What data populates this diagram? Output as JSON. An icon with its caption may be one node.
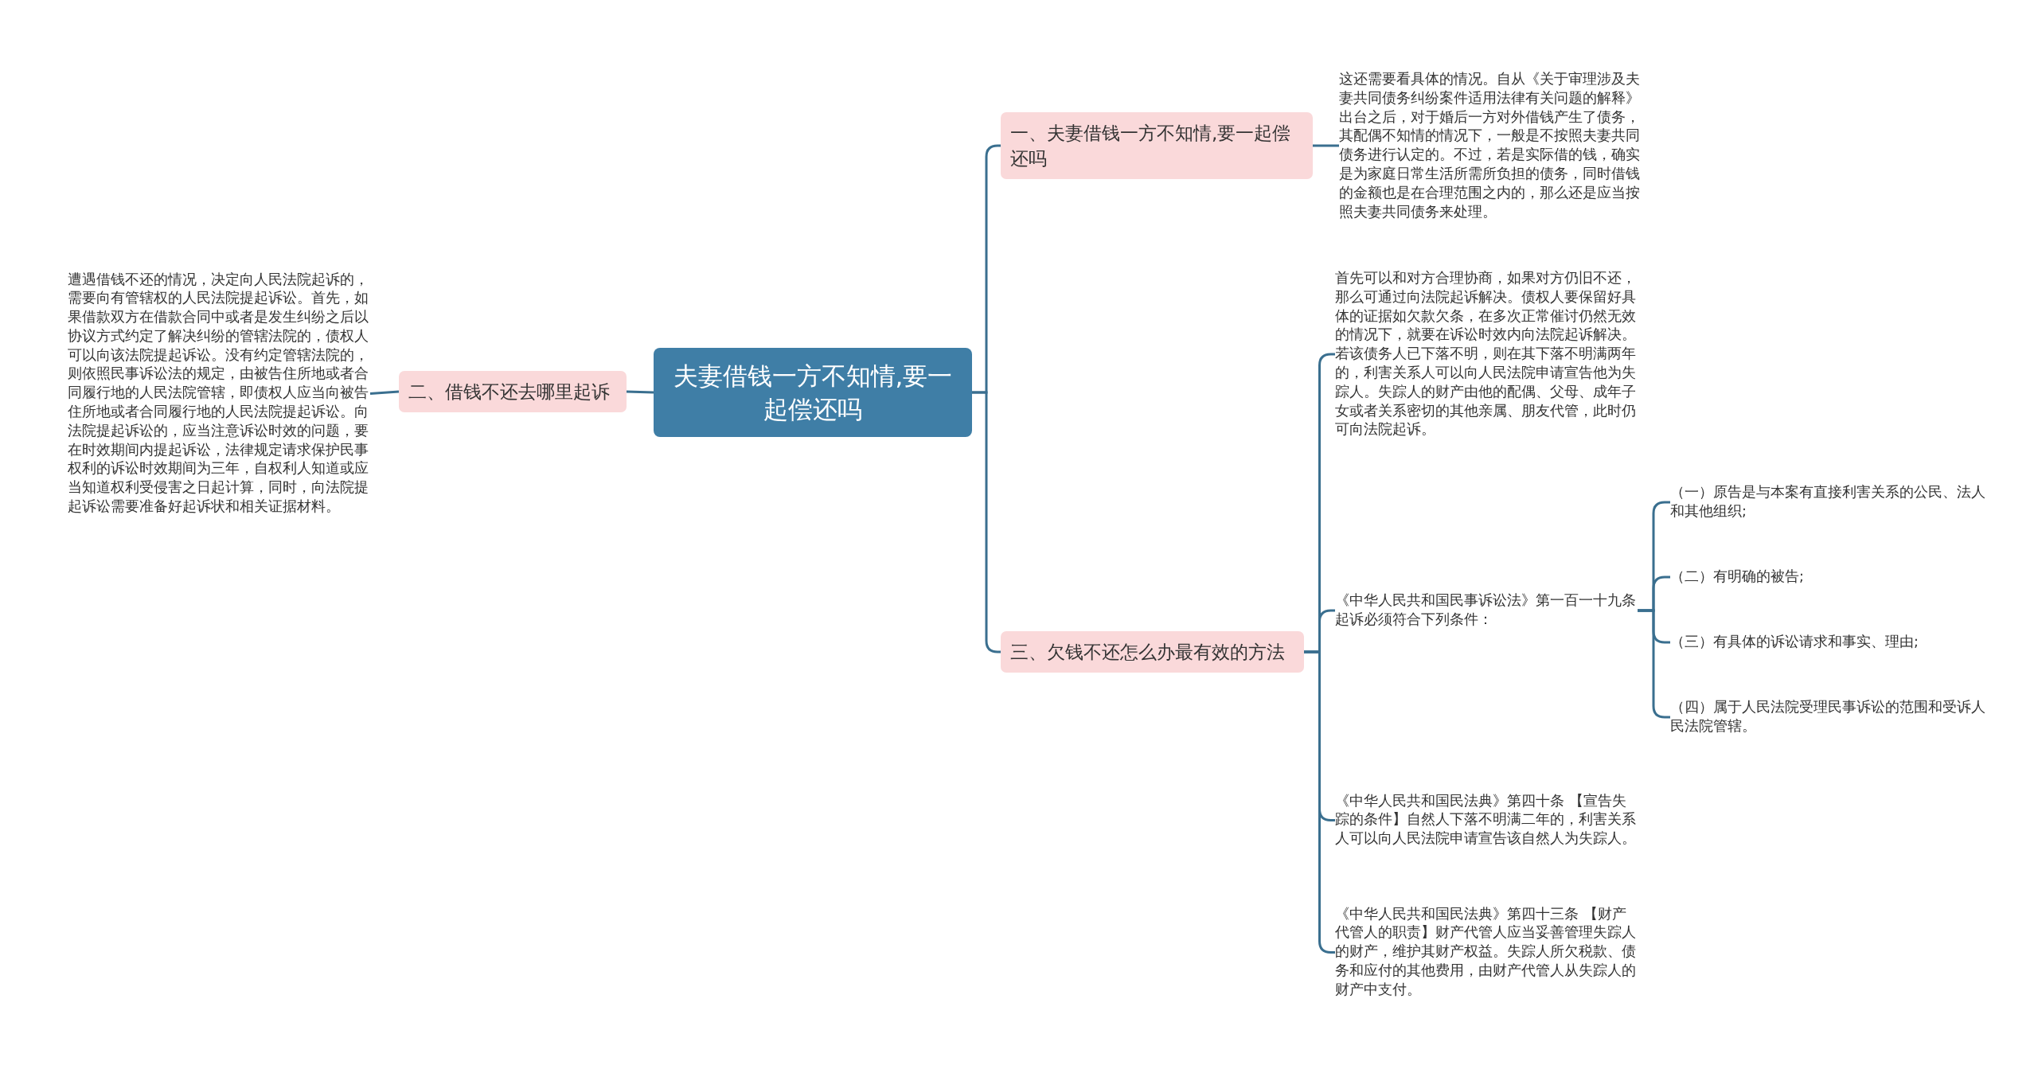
{
  "diagram": {
    "nodes": [
      {
        "text": [
          "夫妻借钱一方不知情,要一起偿还吗"
        ]
      },
      {
        "text": [
          "一、夫妻借钱一方不知情,要一起偿还吗"
        ]
      },
      {
        "text": [
          "这还需要看具体的情况。自从《关于审理涉及夫妻共同债务纠纷案件适用法律有关问题的解释》出台之后，对于婚后一方对外借钱产生了债务，其配偶不知情的情况下，一般是不按照夫妻共同债务进行认定的。不过，若是实际借的钱，确实是为家庭日常生活所需所负担的债务，同时借钱的金额也是在合理范围之内的，那么还是应当按照夫妻共同债务来处理。"
        ]
      },
      {
        "text": [
          "二、借钱不还去哪里起诉"
        ]
      },
      {
        "text": [
          "遭遇借钱不还的情况，决定向人民法院起诉的，需要向有管辖权的人民法院提起诉讼。首先，如果借款双方在借款合同中或者是发生纠纷之后以协议方式约定了解决纠纷的管辖法院的，债权人可以向该法院提起诉讼。没有约定管辖法院的，则依照民事诉讼法的规定，由被告住所地或者合同履行地的人民法院管辖，即债权人应当向被告住所地或者合同履行地的人民法院提起诉讼。向法院提起诉讼的，应当注意诉讼时效的问题，要在时效期间内提起诉讼，法律规定请求保护民事权利的诉讼时效期间为三年，自权利人知道或应当知道权利受侵害之日起计算，同时，向法院提起诉讼需要准备好起诉状和相关证据材料。"
        ]
      },
      {
        "text": [
          "三、欠钱不还怎么办最有效的方法"
        ]
      },
      {
        "text": [
          "首先可以和对方合理协商，如果对方仍旧不还，那么可通过向法院起诉解决。债权人要保留好具体的证据如欠款欠条，在多次正常催讨仍然无效的情况下，就要在诉讼时效内向法院起诉解决。若该债务人已下落不明，则在其下落不明满两年的，利害关系人可以向人民法院申请宣告他为失踪人。失踪人的财产由他的配偶、父母、成年子女或者关系密切的其他亲属、朋友代管，此时仍可向法院起诉。"
        ]
      },
      {
        "text": [
          "《中华人民共和国民事诉讼法》第一百一十九条起诉必须符合下列条件："
        ]
      },
      {
        "text": [
          "（一）原告是与本案有直接利害关系的公民、法人和其他组织;"
        ]
      },
      {
        "text": [
          "（二）有明确的被告;"
        ]
      },
      {
        "text": [
          "（三）有具体的诉讼请求和事实、理由;"
        ]
      },
      {
        "text": [
          "（四）属于人民法院受理民事诉讼的范围和受诉人民法院管辖。"
        ]
      },
      {
        "text": [
          "《中华人民共和国民法典》第四十条 【宣告失踪的条件】自然人下落不明满二年的，利害关系人可以向人民法院申请宣告该自然人为失踪人。"
        ]
      },
      {
        "text": [
          "《中华人民共和国民法典》第四十三条 【财产代管人的职责】财产代管人应当妥善管理失踪人的财产，维护其财产权益。失踪人所欠税款、债务和应付的其他费用，由财产代管人从失踪人的财产中支付。"
        ]
      }
    ],
    "edges": [
      {
        "from": 0,
        "to": 1,
        "arrow": "none"
      },
      {
        "from": 0,
        "to": 3,
        "arrow": "none"
      },
      {
        "from": 0,
        "to": 5,
        "arrow": "none"
      },
      {
        "from": 1,
        "to": 2,
        "arrow": "none"
      },
      {
        "from": 3,
        "to": 4,
        "arrow": "none"
      },
      {
        "from": 5,
        "to": 6,
        "arrow": "none"
      },
      {
        "from": 5,
        "to": 7,
        "arrow": "none"
      },
      {
        "from": 5,
        "to": 12,
        "arrow": "none"
      },
      {
        "from": 5,
        "to": 13,
        "arrow": "none"
      },
      {
        "from": 7,
        "to": 8,
        "arrow": "none"
      },
      {
        "from": 7,
        "to": 9,
        "arrow": "none"
      },
      {
        "from": 7,
        "to": 10,
        "arrow": "none"
      },
      {
        "from": 7,
        "to": 11,
        "arrow": "none"
      }
    ]
  }
}
